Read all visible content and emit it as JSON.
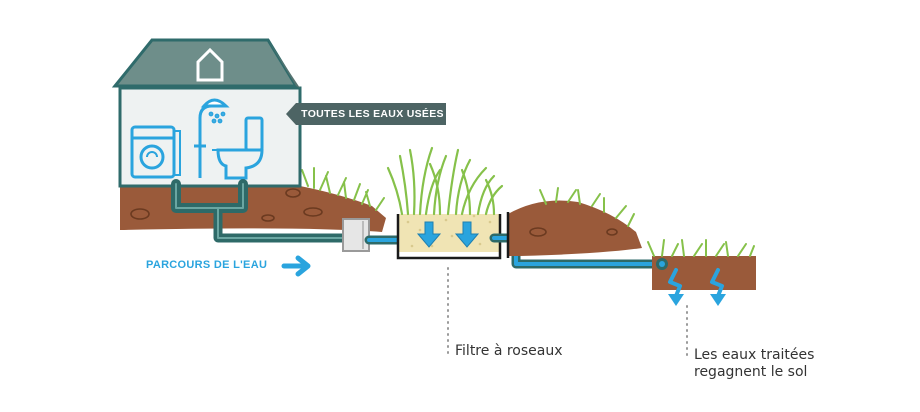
{
  "labels": {
    "wastewater_tag": "TOUTES LES EAUX USÉES",
    "water_path": "PARCOURS DE L'EAU",
    "reed_filter": "Filtre à roseaux",
    "treated_line1": "Les eaux traitées",
    "treated_line2": "regagnent le sol"
  },
  "icons": [
    "house-icon",
    "washing-machine-icon",
    "shower-icon",
    "toilet-icon",
    "septic-box-icon",
    "reed-plants-icon",
    "grass-icon",
    "arrow-down-icon",
    "arrow-right-icon",
    "zigzag-arrow-icon"
  ],
  "colors": {
    "house_outline": "#2f6b6b",
    "roof": "#6e8e8a",
    "house_wall": "#eef2f2",
    "soil": "#9a5a3a",
    "pipe": "#2e6a68",
    "water": "#2aa4de",
    "grass": "#86c14a",
    "gravel": "#f0e4b4",
    "tag_bg": "#4d6464"
  }
}
